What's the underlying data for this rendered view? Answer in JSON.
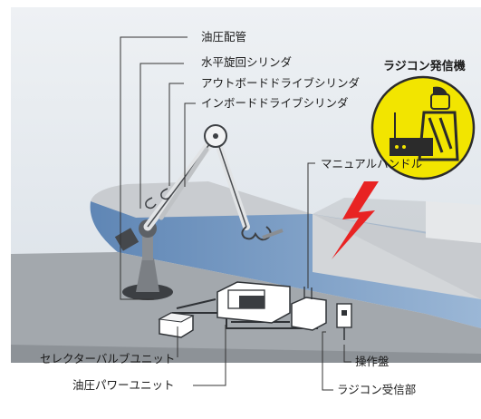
{
  "labels": {
    "hydraulic_piping": "油圧配管",
    "horizontal_slewing_cylinder": "水平旋回シリンダ",
    "outboard_drive_cylinder": "アウトボードドライブシリンダ",
    "inboard_drive_cylinder": "インボードドライブシリンダ",
    "radio_transmitter": "ラジコン発信機",
    "manual_handle": "マニュアルハンドル",
    "selector_valve_unit": "セレクターバルブユニット",
    "hydraulic_power_unit": "油圧パワーユニット",
    "control_panel": "操作盤",
    "radio_receiver": "ラジコン受信部"
  },
  "colors": {
    "sky": "#dfe6ec",
    "hull": "#7d9fc6",
    "deck": "#c9ccd0",
    "floor": "#9ea3a8",
    "warning_yellow": "#f2e500",
    "lightning": "#e82323"
  }
}
